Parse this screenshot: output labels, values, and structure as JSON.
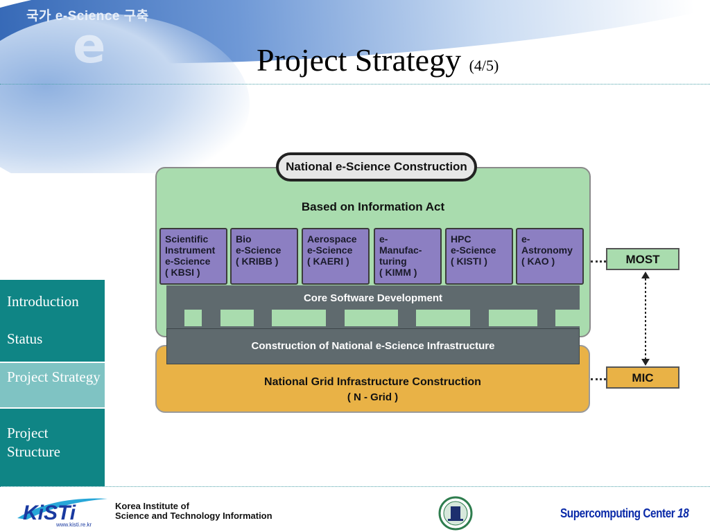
{
  "header": {
    "brand_text": "국가 e-Science 구축",
    "title": "Project Strategy",
    "title_page": "(4/5)"
  },
  "nav": {
    "items": [
      "Introduction",
      "Status",
      "Project Strategy",
      "Project Structure"
    ],
    "active": "Project Strategy"
  },
  "diagram": {
    "top_label": "National e-Science Construction",
    "act_label": "Based on Information Act",
    "projects": [
      "Scientific\nInstrument\ne-Science\n( KBSI )",
      "Bio\ne-Science\n( KRIBB )",
      "Aerospace\ne-Science\n( KAERI )",
      "e-\nManufac-\nturing\n( KIMM )",
      "HPC\ne-Science\n( KISTI )",
      "e-\nAstronomy\n( KAO )"
    ],
    "core_label": "Core Software Development",
    "infra_label": "Construction of National e-Science Infrastructure",
    "grid_label_1": "National Grid Infrastructure Construction",
    "grid_label_2": "( N - Grid )",
    "most_label": "MOST",
    "mic_label": "MIC"
  },
  "footer": {
    "logo_text": "KiSTi",
    "url": "www.kisti.re.kr",
    "org_line1": "Korea Institute of",
    "org_line2": "Science and Technology Information",
    "center": "Supercomputing Center",
    "page_number": "18"
  },
  "colors": {
    "teal": "#0f8585",
    "nav_active": "#7fc3c3",
    "green_box": "#a9dcae",
    "gray_bar": "#5f6a6e",
    "orange_box": "#e9b246",
    "purple_card": "#8c7fc2",
    "footer_blue": "#0a2aa8"
  }
}
